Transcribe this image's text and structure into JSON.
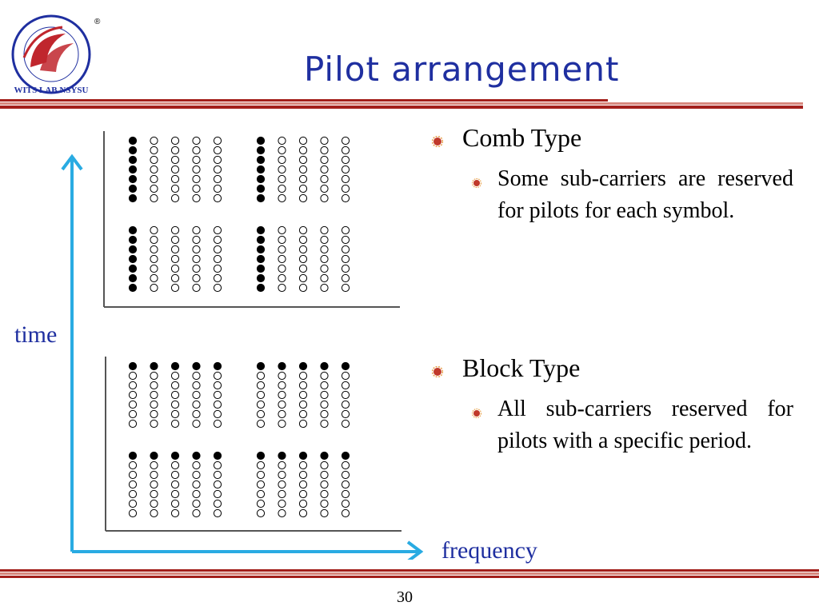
{
  "slide": {
    "title": "Pilot arrangement",
    "page_number": "30"
  },
  "logo": {
    "text": "WITS LAB.NSYSU",
    "registered_mark": "®",
    "colors": {
      "ring": "#1f2fa0",
      "swoosh": "#c0262d"
    }
  },
  "figure": {
    "axis_label_time": "time",
    "axis_label_frequency": "frequency",
    "axis_color": "#29abe2",
    "comb_pattern": "pilot column every 5 sub-carriers, all symbols",
    "block_pattern": "pilot row every 7 symbols, all sub-carriers"
  },
  "bullets": [
    {
      "heading": "Comb Type",
      "sub": "Some sub-carriers are reserved for pilots for each symbol."
    },
    {
      "heading": "Block Type",
      "sub": "All sub-carriers reserved for pilots with a specific period."
    }
  ],
  "colors": {
    "title": "#1f2fa0",
    "rule": "#a3201c",
    "bullet": "#c0392b"
  }
}
